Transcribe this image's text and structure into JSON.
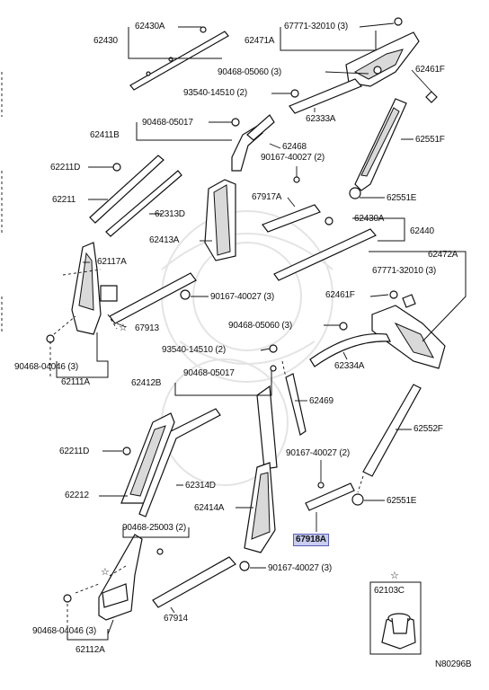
{
  "labels": {
    "l_62430A": "62430A",
    "l_62430": "62430",
    "l_67771_top": "67771-32010 (3)",
    "l_62471A": "62471A",
    "l_90468_05060_top": "90468-05060 (3)",
    "l_62461F_top": "62461F",
    "l_93540_top": "93540-14510 (2)",
    "l_62333A": "62333A",
    "l_62411B": "62411B",
    "l_90468_05017_top": "90468-05017",
    "l_62468": "62468",
    "l_62551F": "62551F",
    "l_62211D_top": "62211D",
    "l_90167_top": "90167-40027 (2)",
    "l_62211": "62211",
    "l_62313D": "62313D",
    "l_67917A": "67917A",
    "l_62551E_top": "62551E",
    "l_62430A_mid": "62430A",
    "l_62440": "62440",
    "l_62413A": "62413A",
    "l_62117A": "62117A",
    "l_62472A": "62472A",
    "l_67771_mid": "67771-32010 (3)",
    "l_90167_mid": "90167-40027 (3)",
    "l_62461F_mid": "62461F",
    "l_67913": "67913",
    "l_90468_05060_mid": "90468-05060 (3)",
    "l_93540_mid": "93540-14510 (2)",
    "l_62334A": "62334A",
    "l_90468_04046_top": "90468-04046 (3)",
    "l_62111A": "62111A",
    "l_62412B": "62412B",
    "l_90468_05017_mid": "90468-05017",
    "l_62469": "62469",
    "l_62552F": "62552F",
    "l_62211D_bot": "62211D",
    "l_90167_bot2": "90167-40027 (2)",
    "l_62212": "62212",
    "l_62314D": "62314D",
    "l_62414A": "62414A",
    "l_62551E_bot": "62551E",
    "l_67918A": "67918A",
    "l_90468_25003": "90468-25003 (2)",
    "l_90167_bot3": "90167-40027 (3)",
    "l_62103C": "62103C",
    "l_67914": "67914",
    "l_90468_04046_bot": "90468-04046 (3)",
    "l_62112A": "62112A",
    "l_ref": "N80296B"
  },
  "symbols": {
    "star": "☆"
  },
  "colors": {
    "highlight_bg": "#c9cdf0",
    "highlight_border": "#5a5fb5",
    "ink": "#111111"
  }
}
